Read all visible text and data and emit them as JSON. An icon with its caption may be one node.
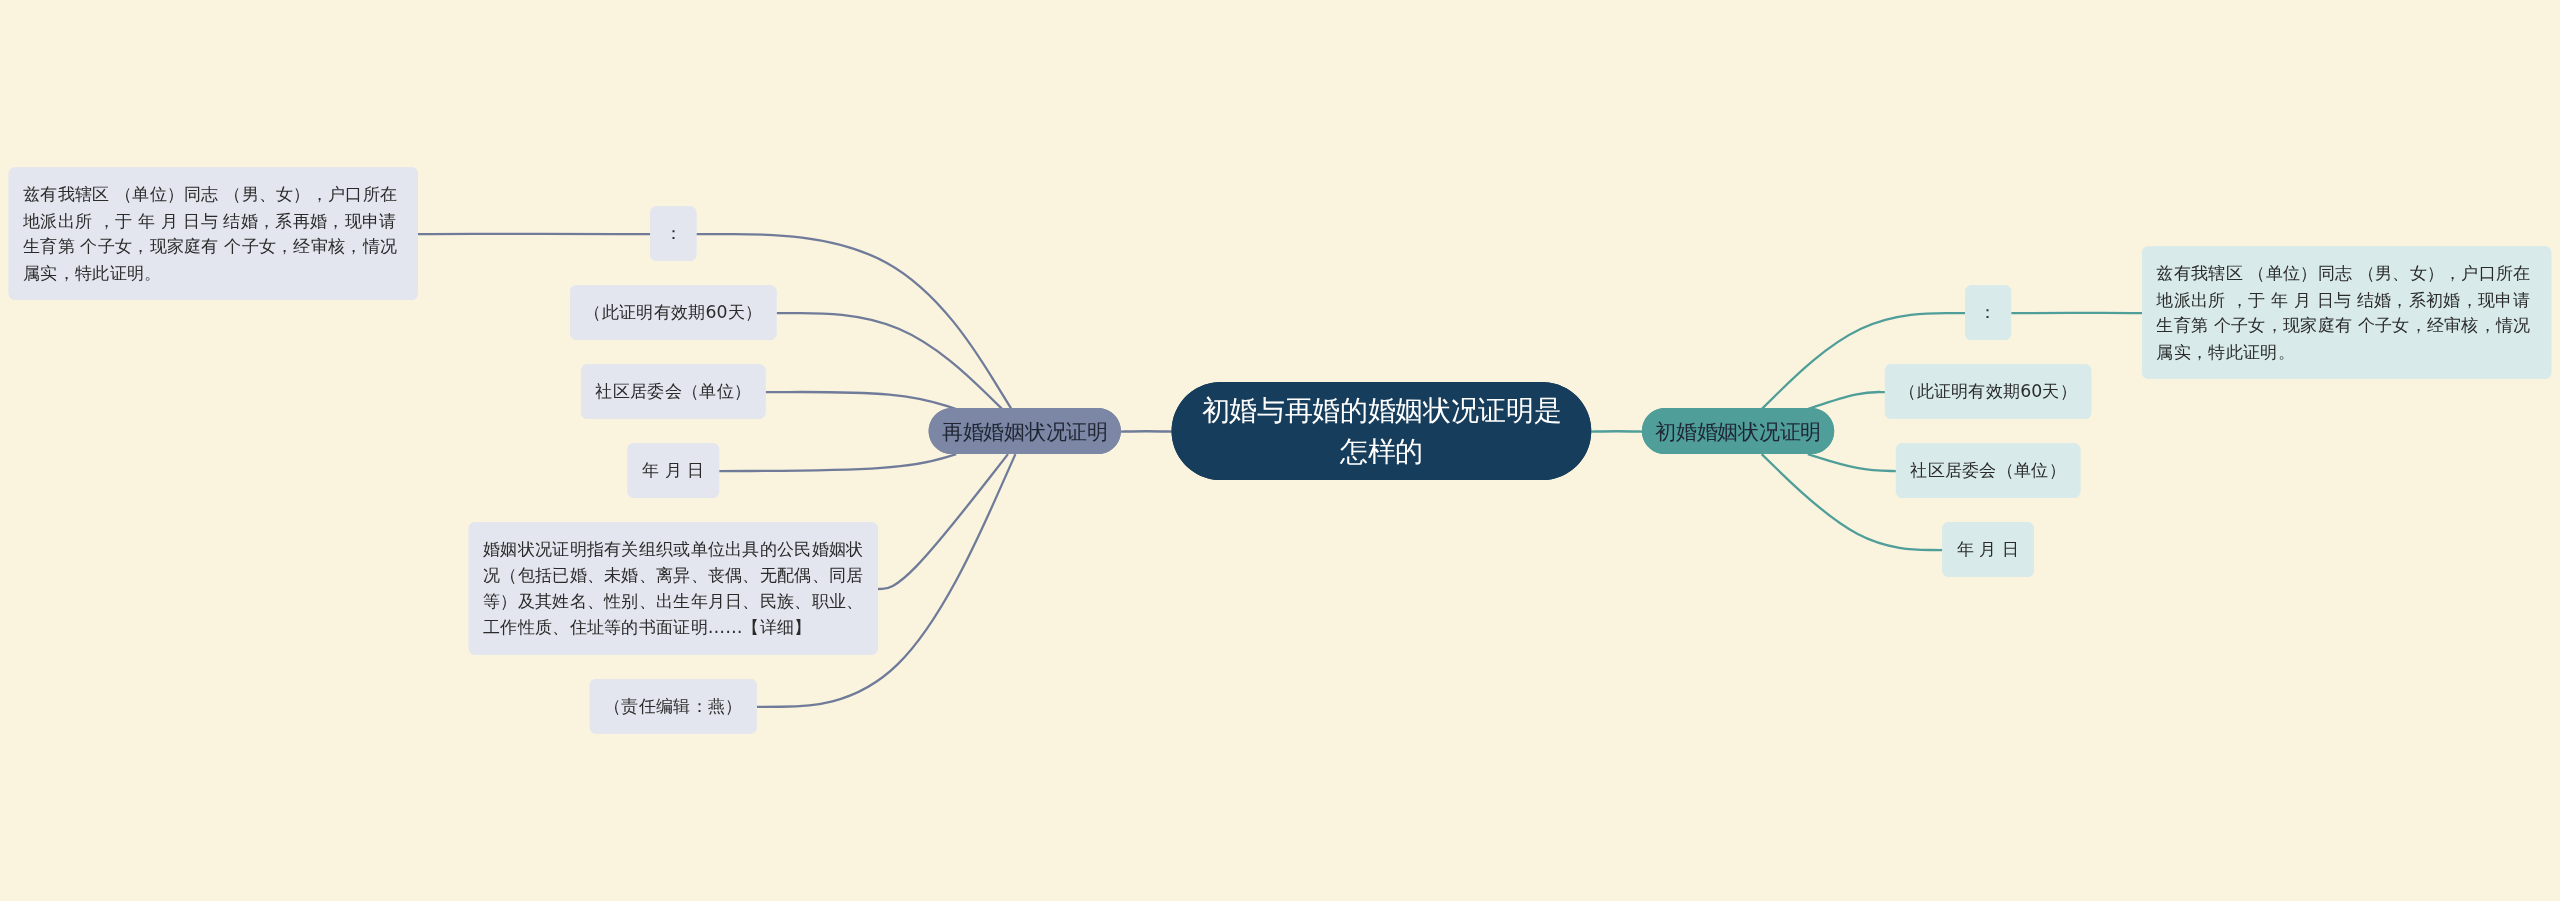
{
  "diagram": {
    "nodes": [
      {
        "text": [
          "初婚与再婚的婚姻状况证明是怎样的"
        ]
      },
      {
        "text": [
          "再婚婚姻状况证明"
        ]
      },
      {
        "text": [
          "："
        ]
      },
      {
        "text": [
          "兹有我辖区 （单位）同志 （男、女），户口所在地派出所 ，于 年 月 日与 结婚，系再婚，现申请生育第 个子女，现家庭有 个子女，经审核，情况属实，特此证明。"
        ]
      },
      {
        "text": [
          "（此证明有效期60天）"
        ]
      },
      {
        "text": [
          "社区居委会（单位）"
        ]
      },
      {
        "text": [
          "年 月 日"
        ]
      },
      {
        "text": [
          "婚姻状况证明指有关组织或单位出具的公民婚姻状况（包括已婚、未婚、离异、丧偶、无配偶、同居等）及其姓名、性别、出生年月日、民族、职业、工作性质、住址等的书面证明……【详细】"
        ]
      },
      {
        "text": [
          "（责任编辑：燕）"
        ]
      },
      {
        "text": [
          "初婚婚姻状况证明"
        ]
      },
      {
        "text": [
          "："
        ]
      },
      {
        "text": [
          "兹有我辖区 （单位）同志 （男、女），户口所在地派出所 ，于 年 月 日与 结婚，系初婚，现申请生育第 个子女，现家庭有 个子女，经审核，情况属实，特此证明。"
        ]
      },
      {
        "text": [
          "（此证明有效期60天）"
        ]
      },
      {
        "text": [
          "社区居委会（单位）"
        ]
      },
      {
        "text": [
          "年 月 日"
        ]
      }
    ],
    "edges": [
      {
        "from": 1,
        "to": 0,
        "arrow": "none"
      },
      {
        "from": 2,
        "to": 1,
        "arrow": "none"
      },
      {
        "from": 3,
        "to": 2,
        "arrow": "none"
      },
      {
        "from": 4,
        "to": 1,
        "arrow": "none"
      },
      {
        "from": 5,
        "to": 1,
        "arrow": "none"
      },
      {
        "from": 6,
        "to": 1,
        "arrow": "none"
      },
      {
        "from": 7,
        "to": 1,
        "arrow": "none"
      },
      {
        "from": 8,
        "to": 1,
        "arrow": "none"
      },
      {
        "from": 0,
        "to": 9,
        "arrow": "none",
        "color": "#4f9e99"
      },
      {
        "from": 9,
        "to": 10,
        "arrow": "none",
        "color": "#4f9e99"
      },
      {
        "from": 10,
        "to": 11,
        "arrow": "none",
        "color": "#4f9e99"
      },
      {
        "from": 9,
        "to": 12,
        "arrow": "none",
        "color": "#4f9e99"
      },
      {
        "from": 9,
        "to": 13,
        "arrow": "none",
        "color": "#4f9e99"
      },
      {
        "from": 9,
        "to": 14,
        "arrow": "none",
        "color": "#4f9e99"
      }
    ]
  }
}
